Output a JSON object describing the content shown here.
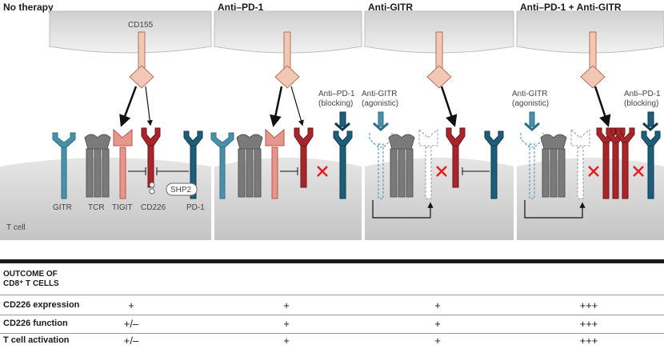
{
  "panels": [
    {
      "title": "No therapy"
    },
    {
      "title": "Anti–PD-1"
    },
    {
      "title": "Anti-GITR"
    },
    {
      "title": "Anti–PD-1 + Anti-GITR"
    }
  ],
  "labels": {
    "cd155": "CD155",
    "gitr": "GITR",
    "tcr": "TCR",
    "tigit": "TIGIT",
    "cd226": "CD226",
    "pd1": "PD-1",
    "shp2": "SHP2",
    "tcell": "T cell",
    "anti_pd1_line1": "Anti–PD-1",
    "anti_pd1_line2": "(blocking)",
    "anti_gitr_line1": "Anti-GITR",
    "anti_gitr_line2": "(agonistic)"
  },
  "colors": {
    "gitr": "#4a90a8",
    "tigit": "#e8968a",
    "cd226": "#a8262a",
    "pd1": "#1e5e7a",
    "tcr": "#7a7a7a",
    "cd155": "#f2c8b4",
    "membrane": "#d2d2d2",
    "inhibit_x": "#e02020"
  },
  "table": {
    "header_line1": "OUTCOME OF",
    "header_line2": "CD8⁺ T CELLS",
    "rows": [
      {
        "label": "CD226 expression",
        "values": [
          "+",
          "+",
          "+",
          "+++"
        ]
      },
      {
        "label": "CD226 function",
        "values": [
          "+/–",
          "+",
          "+",
          "+++"
        ]
      },
      {
        "label": "T cell activation",
        "values": [
          "+/–",
          "+",
          "+",
          "+++"
        ]
      }
    ]
  }
}
